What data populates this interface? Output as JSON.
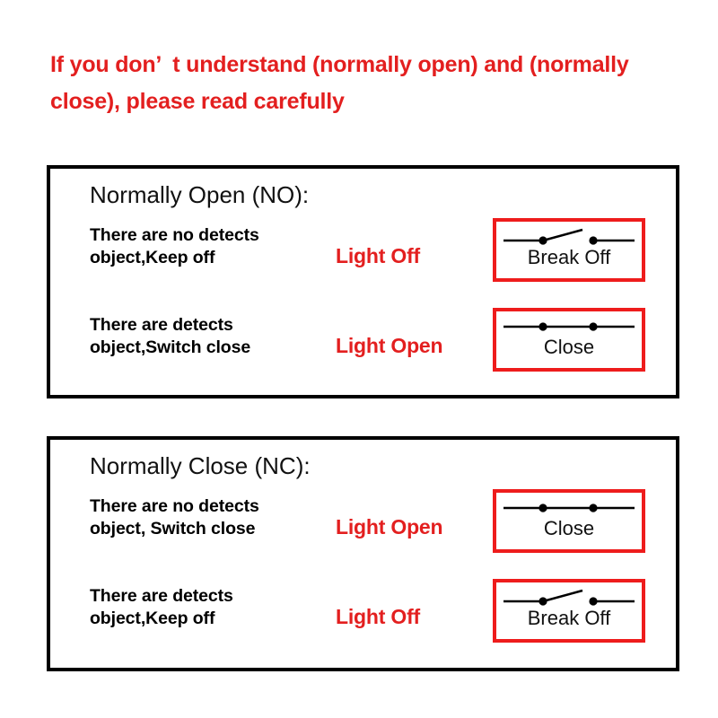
{
  "colors": {
    "red_text": "#e31f1f",
    "red_border": "#ee1c1c",
    "black": "#000000",
    "background": "#ffffff"
  },
  "heading": {
    "text": "If you don’  t understand (normally open) and (normally close), please read carefully"
  },
  "sections": [
    {
      "id": "normally-open",
      "title": "Normally Open (NO):",
      "rows": [
        {
          "description": "There are no detects\nobject,Keep off",
          "light_state": "Light Off",
          "symbol": {
            "kind": "switch-open-icon",
            "label": "Break Off"
          }
        },
        {
          "description": "There are detects\nobject,Switch close",
          "light_state": "Light Open",
          "symbol": {
            "kind": "switch-closed-icon",
            "label": "Close"
          }
        }
      ]
    },
    {
      "id": "normally-close",
      "title": "Normally Close (NC):",
      "rows": [
        {
          "description": "There are no detects\nobject, Switch close",
          "light_state": "Light Open",
          "symbol": {
            "kind": "switch-closed-icon",
            "label": "Close"
          }
        },
        {
          "description": "There are detects\nobject,Keep off",
          "light_state": "Light Off",
          "symbol": {
            "kind": "switch-open-icon",
            "label": "Break Off"
          }
        }
      ]
    }
  ]
}
